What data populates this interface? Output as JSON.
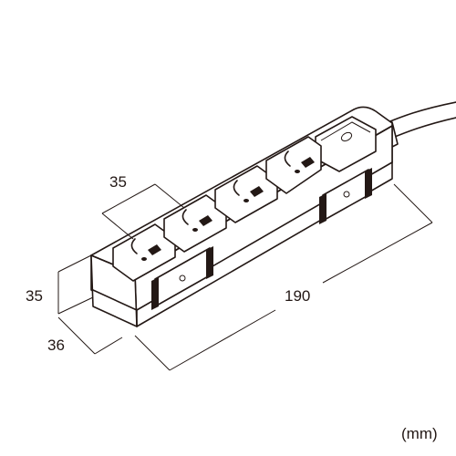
{
  "labels": {
    "socket_pitch": "35",
    "height": "35",
    "depth": "36",
    "length": "190",
    "unit": "(mm)"
  },
  "colors": {
    "line": "#231815",
    "background": "#ffffff"
  }
}
